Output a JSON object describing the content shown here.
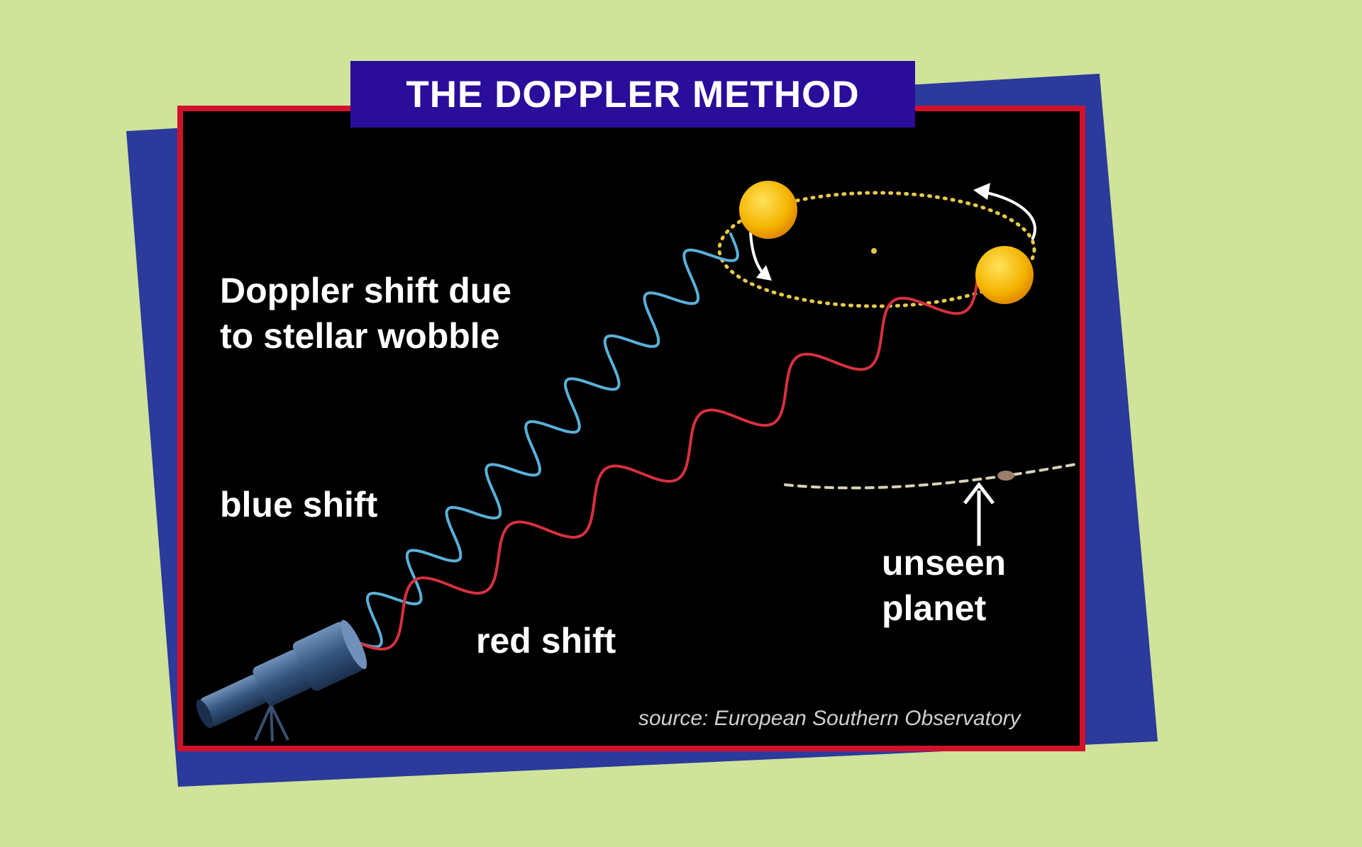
{
  "title": "THE DOPPLER METHOD",
  "labels": {
    "doppler_line1": "Doppler shift due",
    "doppler_line2": "to stellar wobble",
    "blue_shift": "blue shift",
    "red_shift": "red shift",
    "unseen_line1": "unseen",
    "unseen_line2": "planet"
  },
  "source": "source: European Southern Observatory",
  "colors": {
    "background": "#cfe39a",
    "back_panel": "#2b3a9b",
    "frame_border": "#d1122b",
    "frame_fill": "#000000",
    "title_bar": "#2a0d9a",
    "blue_wave": "#5ab0d8",
    "red_wave": "#d6303f",
    "star": "#f4b400",
    "orbit_dots": "#e8c94a"
  },
  "icons": [
    "telescope-icon",
    "star-icon",
    "planet-icon",
    "arrow-icon"
  ]
}
